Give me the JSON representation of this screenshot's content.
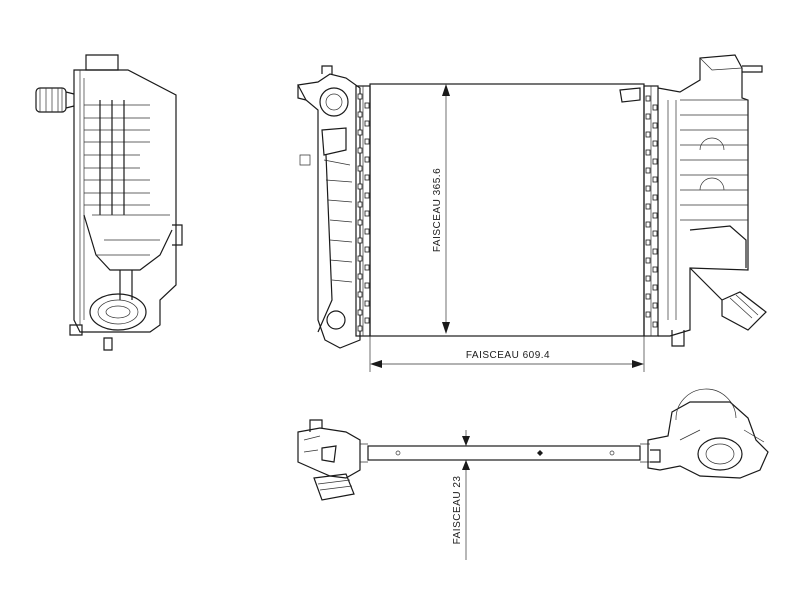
{
  "dimensions": {
    "core_height_label": "FAISCEAU 365.6",
    "core_width_label": "FAISCEAU 609.4",
    "core_depth_label": "FAISCEAU 23"
  }
}
